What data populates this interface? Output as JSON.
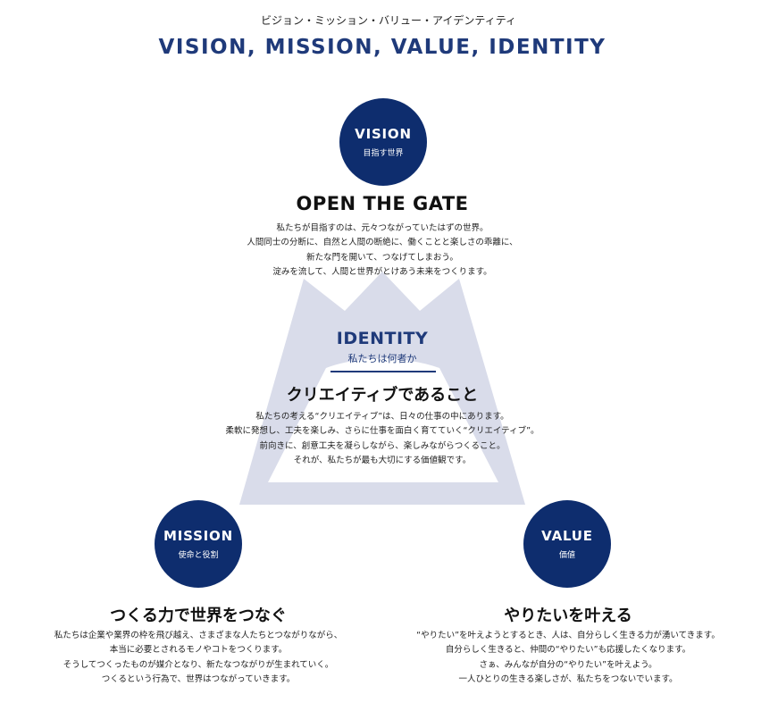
{
  "header": {
    "kana_title": "ビジョン・ミッション・バリュー・アイデンティティ",
    "title": "VISION, MISSION, VALUE, IDENTITY"
  },
  "colors": {
    "navy": "#0e2d6e",
    "title_blue": "#1f3a7a",
    "mountain": "#d9dcea"
  },
  "vision": {
    "label_en": "VISION",
    "label_ja": "目指す世界",
    "heading": "OPEN THE GATE",
    "body": [
      "私たちが目指すのは、元々つながっていたはずの世界。",
      "人間同士の分断に、自然と人間の断絶に、働くことと楽しさの乖離に、",
      "新たな門を開いて、つなげてしまおう。",
      "淀みを流して、人間と世界がとけあう未来をつくります。"
    ]
  },
  "identity": {
    "label_en": "IDENTITY",
    "label_ja": "私たちは何者か",
    "heading": "クリエイティブであること",
    "body": [
      "私たちの考える“クリエイティブ”は、日々の仕事の中にあります。",
      "柔軟に発想し、工夫を楽しみ、さらに仕事を面白く育てていく“クリエイティブ”。",
      "前向きに、創意工夫を凝らしながら、楽しみながらつくること。",
      "それが、私たちが最も大切にする価値観です。"
    ]
  },
  "mission": {
    "label_en": "MISSION",
    "label_ja": "使命と役割",
    "heading": "つくる力で世界をつなぐ",
    "body": [
      "私たちは企業や業界の枠を飛び越え、さまざまな人たちとつながりながら、",
      "本当に必要とされるモノやコトをつくります。",
      "そうしてつくったものが媒介となり、新たなつながりが生まれていく。",
      "つくるという行為で、世界はつながっていきます。"
    ]
  },
  "value": {
    "label_en": "VALUE",
    "label_ja": "価値",
    "heading": "やりたいを叶える",
    "body": [
      "“やりたい”を叶えようとするとき、人は、自分らしく生きる力が湧いてきます。",
      "自分らしく生きると、仲間の“やりたい”も応援したくなります。",
      "さぁ、みんなが自分の“やりたい”を叶えよう。",
      "一人ひとりの生きる楽しさが、私たちをつないでいます。"
    ]
  }
}
